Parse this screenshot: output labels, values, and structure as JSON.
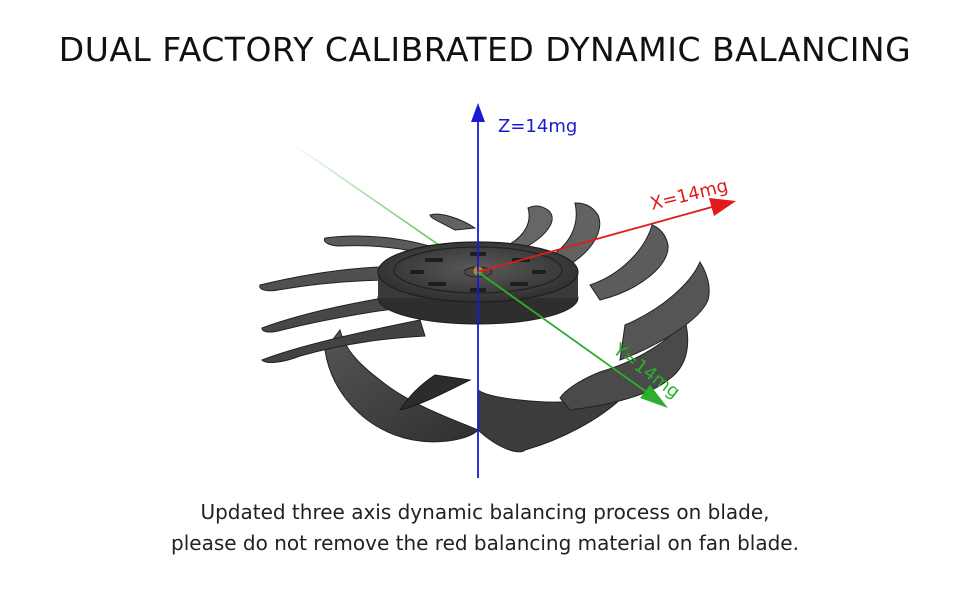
{
  "title": "DUAL FACTORY CALIBRATED DYNAMIC BALANCING",
  "axes": {
    "z": {
      "label": "Z=14mg",
      "color": "#1a1ad6"
    },
    "x": {
      "label": "X=14mg",
      "color": "#e21a1a"
    },
    "y": {
      "label": "Y=14mg",
      "color": "#2cb02c"
    }
  },
  "caption": {
    "line1": "Updated three axis dynamic balancing process on blade,",
    "line2": "please do not remove the red balancing material on fan blade."
  },
  "icons": {
    "fan": "fan-impeller-illustration"
  }
}
